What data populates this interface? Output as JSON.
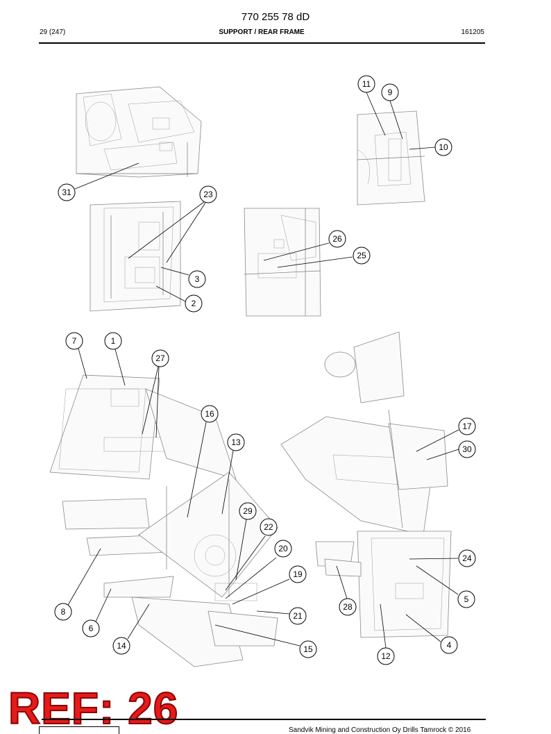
{
  "header": {
    "doc_number": "770 255 78 dD",
    "page": "29 (247)",
    "title": "SUPPORT / REAR FRAME",
    "date_code": "161205"
  },
  "callouts": {
    "c1": "1",
    "c2": "2",
    "c3": "3",
    "c4": "4",
    "c5": "5",
    "c6": "6",
    "c7": "7",
    "c8": "8",
    "c9": "9",
    "c10": "10",
    "c11": "11",
    "c12": "12",
    "c13": "13",
    "c14": "14",
    "c15": "15",
    "c16": "16",
    "c17": "17",
    "c19": "19",
    "c20": "20",
    "c21": "21",
    "c22": "22",
    "c23": "23",
    "c24": "24",
    "c25": "25",
    "c26": "26",
    "c27": "27",
    "c28": "28",
    "c29": "29",
    "c30": "30",
    "c31": "31"
  },
  "stamp": {
    "text": "REF: 26",
    "color": "#e41b1b"
  },
  "footer": {
    "copyright": "Sandvik Mining and Construction Oy Drills Tamrock © 2016"
  }
}
